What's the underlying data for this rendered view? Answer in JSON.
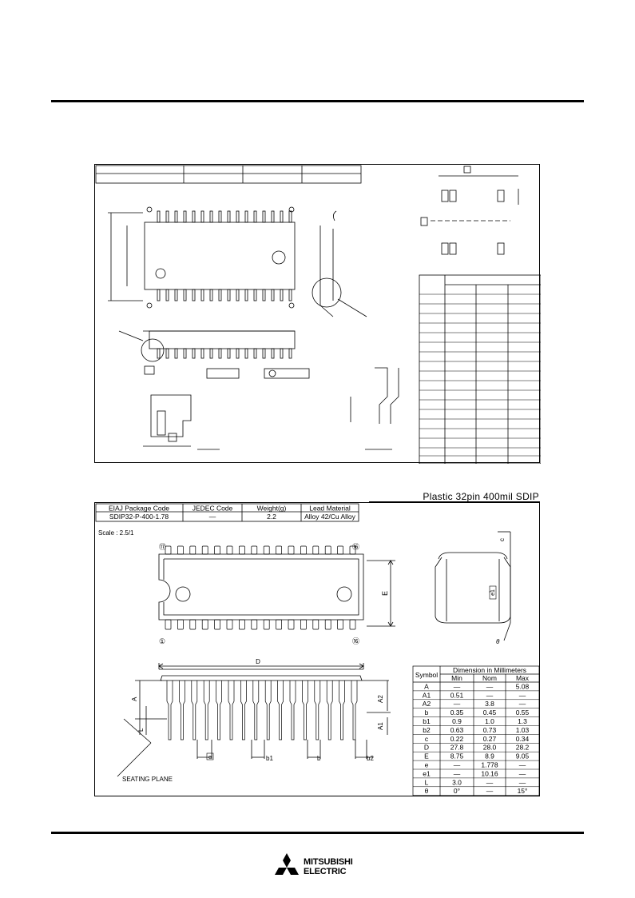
{
  "package_title": "Plastic 32pin 400mil SDIP",
  "scale": "Scale : 2.5/1",
  "info_table": {
    "headers": [
      "EIAJ Package Code",
      "JEDEC Code",
      "Weight(g)",
      "Lead Material"
    ],
    "values": [
      "SDIP32-P-400-1.78",
      "—",
      "2.2",
      "Alloy 42/Cu Alloy"
    ]
  },
  "drawing_labels": {
    "pin17": "⑰",
    "pin32": "⑯",
    "pin1": "①",
    "pin16": "⑯",
    "D": "D",
    "E": "E",
    "A": "A",
    "A1": "A1",
    "A2": "A2",
    "L": "L",
    "e": "e",
    "b1": "b1",
    "b": "b",
    "b2": "b2",
    "c": "c",
    "e1": "e1",
    "theta": "θ",
    "seating_plane": "SEATING PLANE"
  },
  "dim_table": {
    "symbol_header": "Symbol",
    "group_header": "Dimension in Millimeters",
    "sub_headers": [
      "Min",
      "Nom",
      "Max"
    ],
    "rows": [
      [
        "A",
        "—",
        "—",
        "5.08"
      ],
      [
        "A1",
        "0.51",
        "—",
        "—"
      ],
      [
        "A2",
        "—",
        "3.8",
        "—"
      ],
      [
        "b",
        "0.35",
        "0.45",
        "0.55"
      ],
      [
        "b1",
        "0.9",
        "1.0",
        "1.3"
      ],
      [
        "b2",
        "0.63",
        "0.73",
        "1.03"
      ],
      [
        "c",
        "0.22",
        "0.27",
        "0.34"
      ],
      [
        "D",
        "27.8",
        "28.0",
        "28.2"
      ],
      [
        "E",
        "8.75",
        "8.9",
        "9.05"
      ],
      [
        "e",
        "—",
        "1.778",
        "—"
      ],
      [
        "e1",
        "—",
        "10.16",
        "—"
      ],
      [
        "L",
        "3.0",
        "—",
        "—"
      ],
      [
        "θ",
        "0°",
        "—",
        "15°"
      ]
    ]
  },
  "logo": {
    "line1": "MITSUBISHI",
    "line2": "ELECTRIC"
  }
}
